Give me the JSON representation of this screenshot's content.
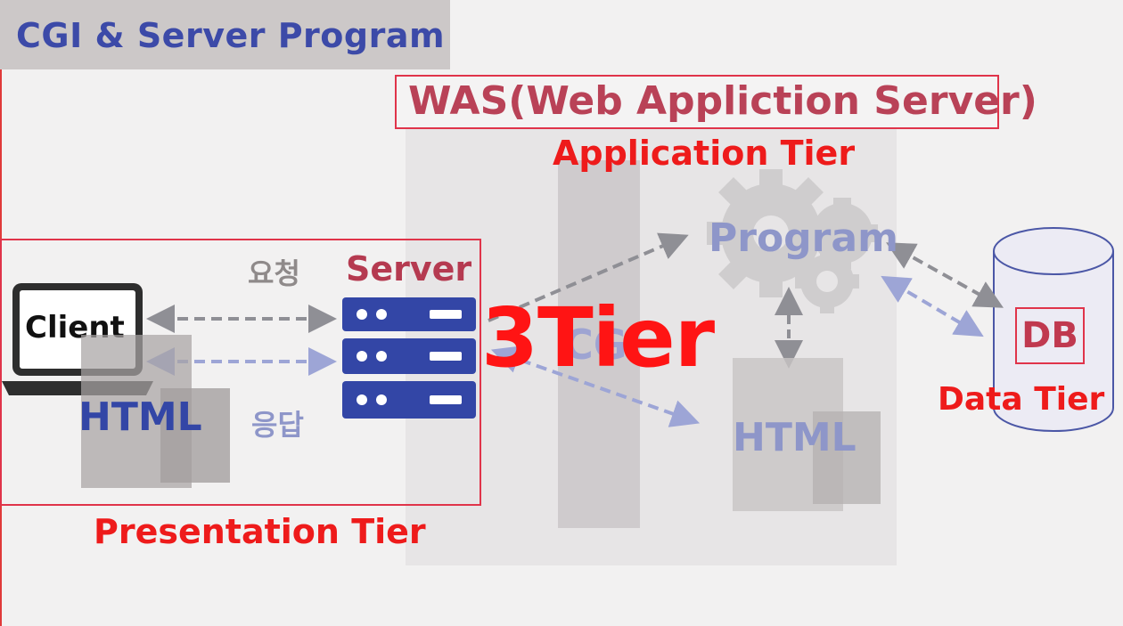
{
  "header": {
    "title": "CGI & Server Program"
  },
  "was": {
    "title": "WAS(Web Appliction Server)",
    "cgi_label": "CGI"
  },
  "tiers": {
    "application": "Application Tier",
    "presentation": "Presentation Tier",
    "data": "Data Tier"
  },
  "presentation": {
    "client_label": "Client",
    "html_label": "HTML",
    "request_label": "요청",
    "response_label": "응답",
    "server_label": "Server"
  },
  "application": {
    "program_label": "Program",
    "html_label": "HTML"
  },
  "data": {
    "db_label": "DB"
  },
  "overlay": {
    "big_label": "3Tier"
  },
  "colors": {
    "accent_red": "#ee1b1b",
    "title_blue": "#3c4aa8",
    "server_navy": "#3346a6",
    "faded_blue": "#8e96c9",
    "box_red": "#e0344a"
  }
}
